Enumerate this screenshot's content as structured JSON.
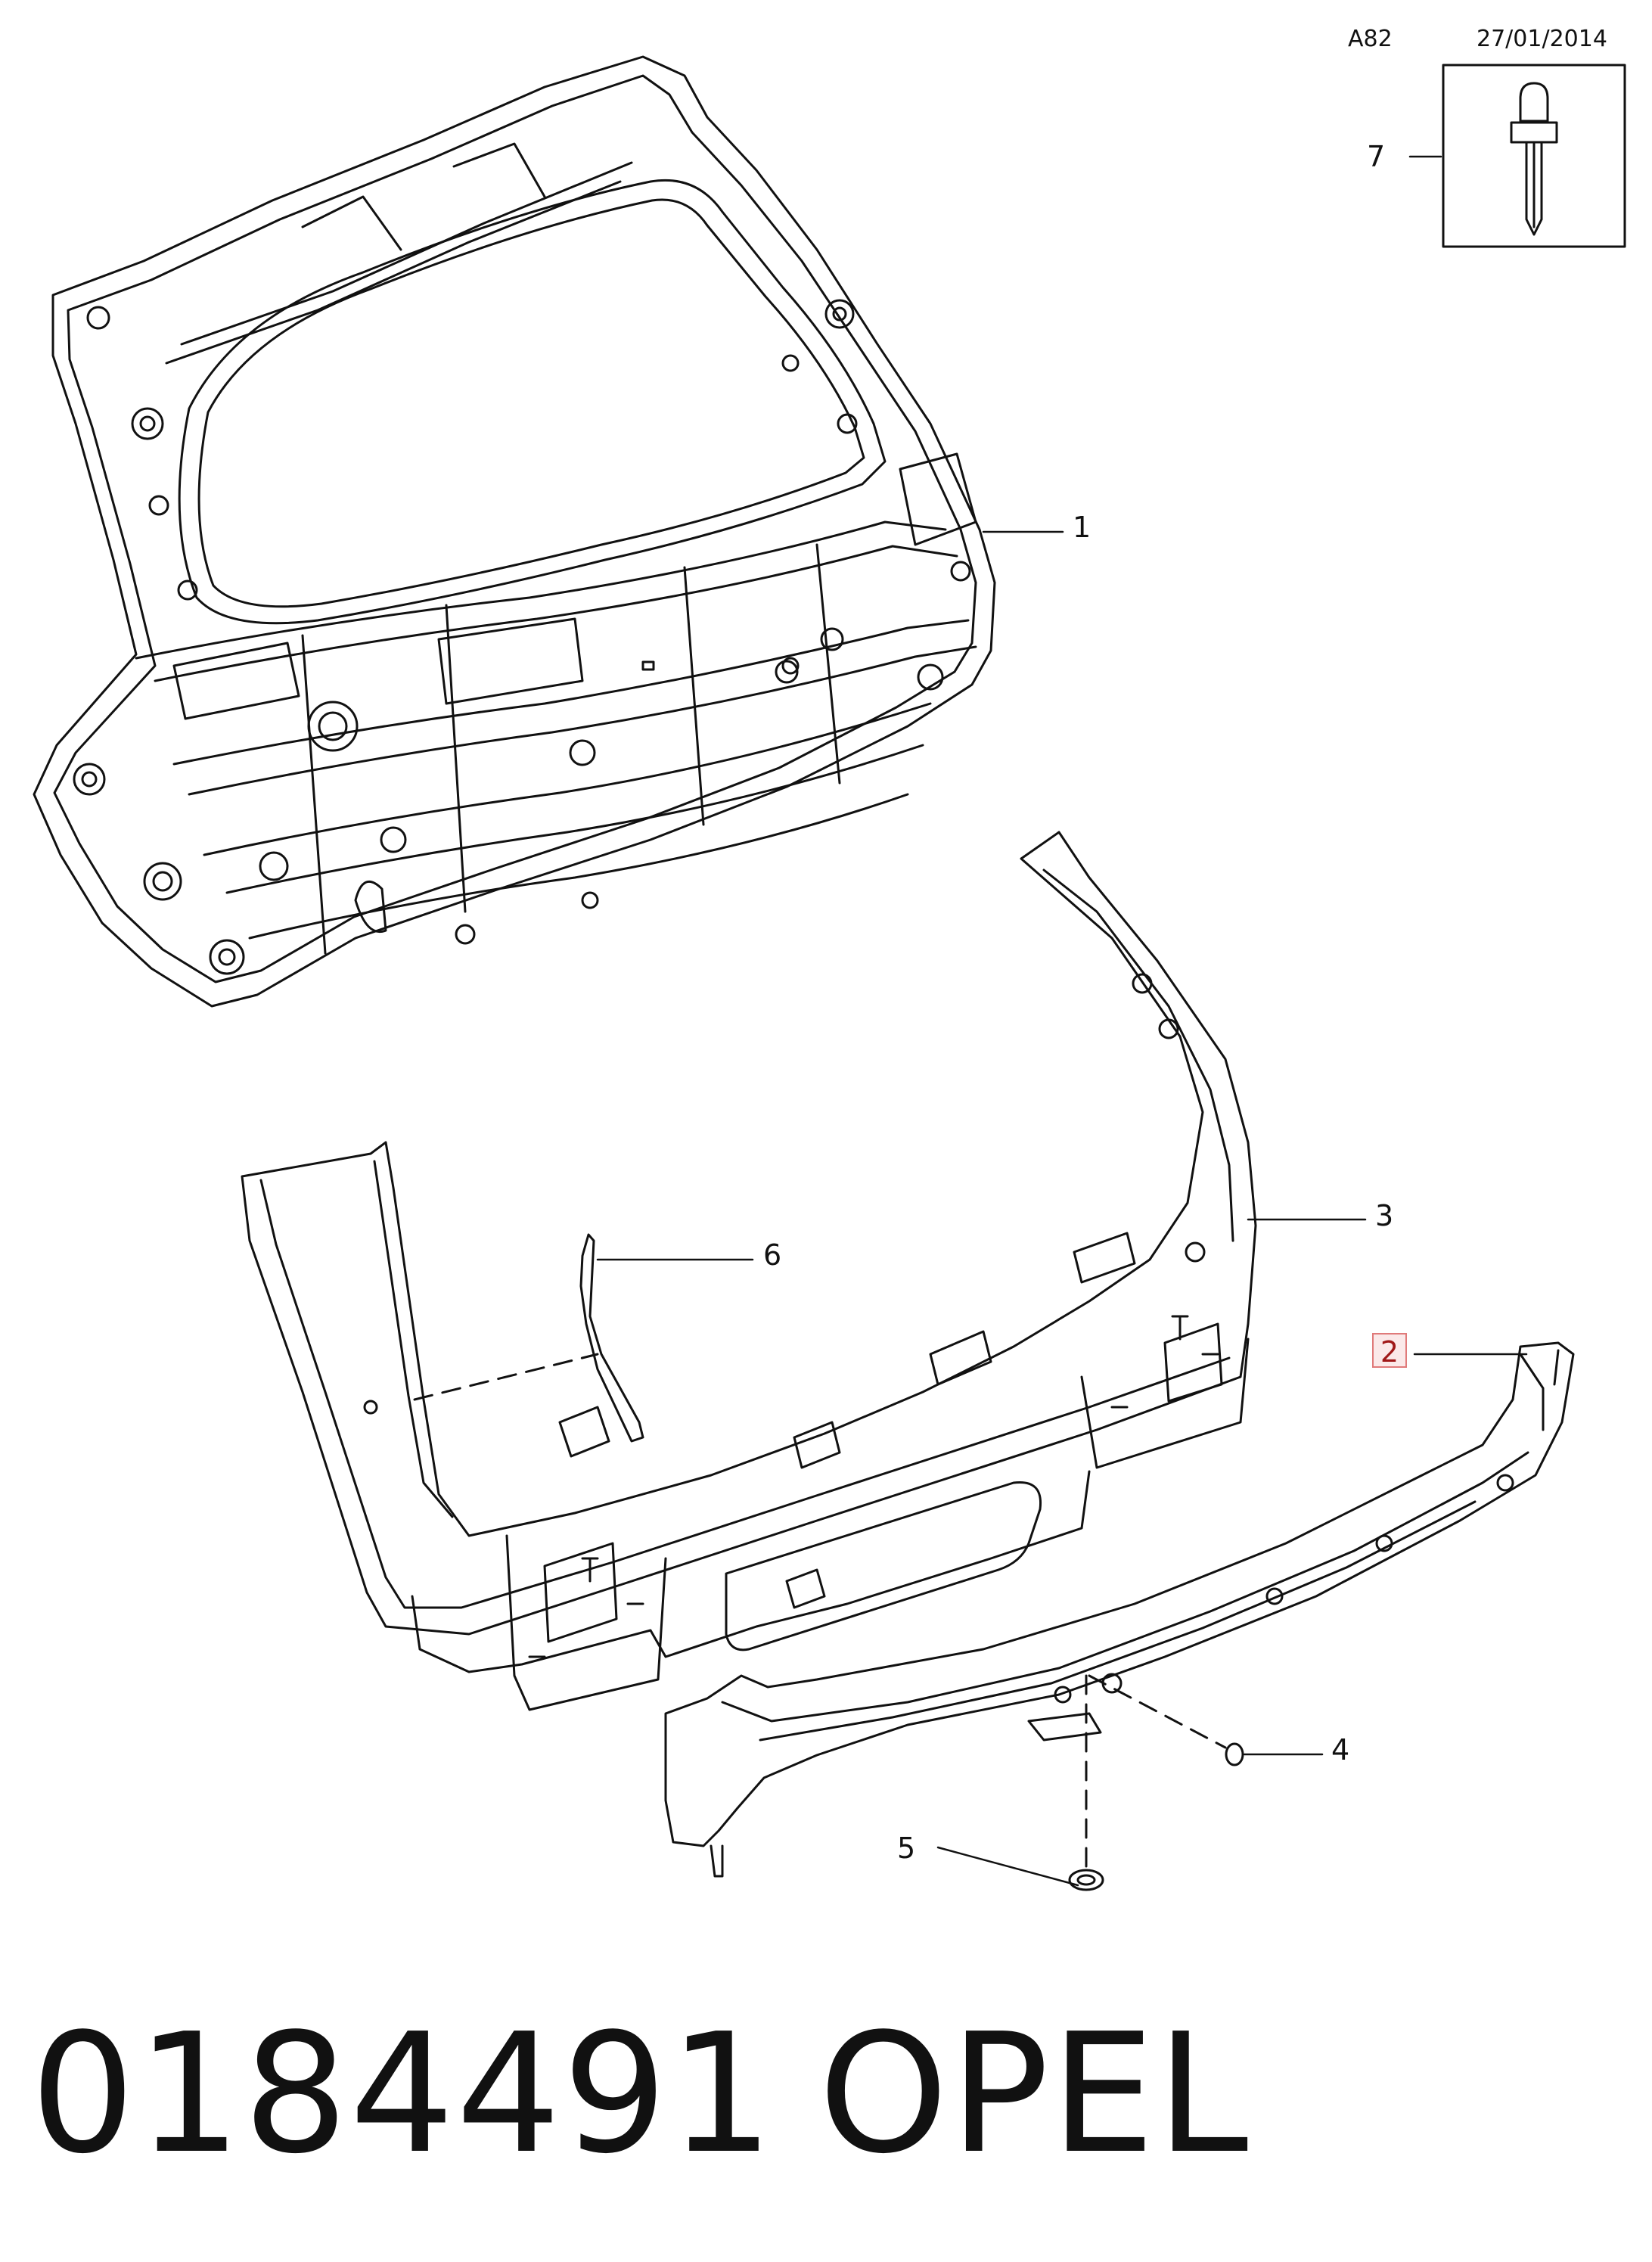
{
  "header": {
    "code": "A82",
    "date": "27/01/2014"
  },
  "callouts": {
    "c1": "1",
    "c2": "2",
    "c3": "3",
    "c4": "4",
    "c5": "5",
    "c6": "6",
    "c7": "7"
  },
  "footer": {
    "part_number": "0184491",
    "brand": "OPEL"
  },
  "colors": {
    "line": "#111111",
    "highlight_border": "#e07a7a",
    "highlight_fill": "#fbe9e9",
    "highlight_text": "#a01818"
  }
}
